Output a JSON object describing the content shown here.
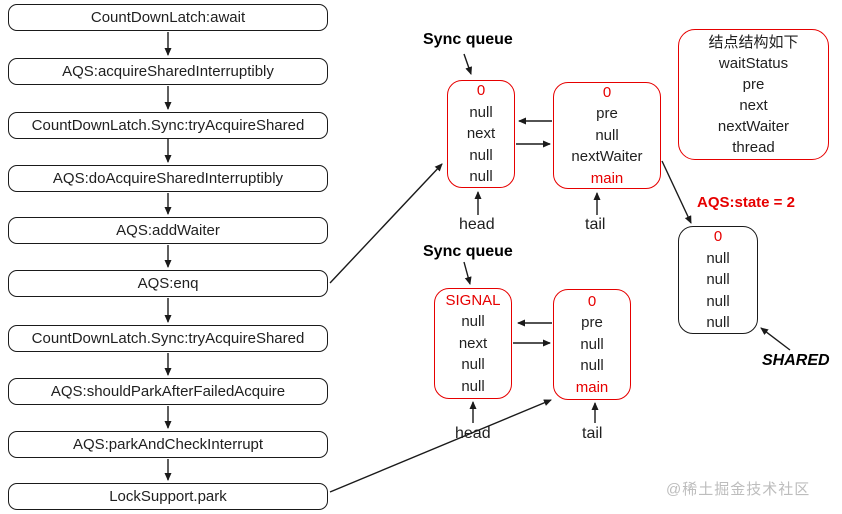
{
  "colors": {
    "accent_red": "#e60000",
    "line_black": "#1a1a1a",
    "watermark_gray": "#bdbdbd"
  },
  "flow": {
    "steps": [
      "CountDownLatch:await",
      "AQS:acquireSharedInterruptibly",
      "CountDownLatch.Sync:tryAcquireShared",
      "AQS:doAcquireSharedInterruptibly",
      "AQS:addWaiter",
      "AQS:enq",
      "CountDownLatch.Sync:tryAcquireShared",
      "AQS:shouldParkAfterFailedAcquire",
      "AQS:parkAndCheckInterrupt",
      "LockSupport.park"
    ]
  },
  "queue_top": {
    "label": "Sync queue",
    "head_pointer": "head",
    "tail_pointer": "tail",
    "head_node": {
      "rows": [
        "0",
        "null",
        "next",
        "null",
        "null"
      ]
    },
    "tail_node": {
      "rows": [
        "0",
        "pre",
        "null",
        "nextWaiter",
        "main"
      ]
    }
  },
  "queue_bottom": {
    "label": "Sync queue",
    "head_pointer": "head",
    "tail_pointer": "tail",
    "head_node": {
      "rows": [
        "SIGNAL",
        "null",
        "next",
        "null",
        "null"
      ]
    },
    "tail_node": {
      "rows": [
        "0",
        "pre",
        "null",
        "null",
        "main"
      ]
    }
  },
  "node_structure": {
    "title": "结点结构如下",
    "rows": [
      "waitStatus",
      "pre",
      "next",
      "nextWaiter",
      "thread"
    ]
  },
  "state_label": "AQS:state = 2",
  "shared_node": {
    "rows": [
      "0",
      "null",
      "null",
      "null",
      "null"
    ]
  },
  "shared_label": "SHARED",
  "watermark": "@稀土掘金技术社区"
}
